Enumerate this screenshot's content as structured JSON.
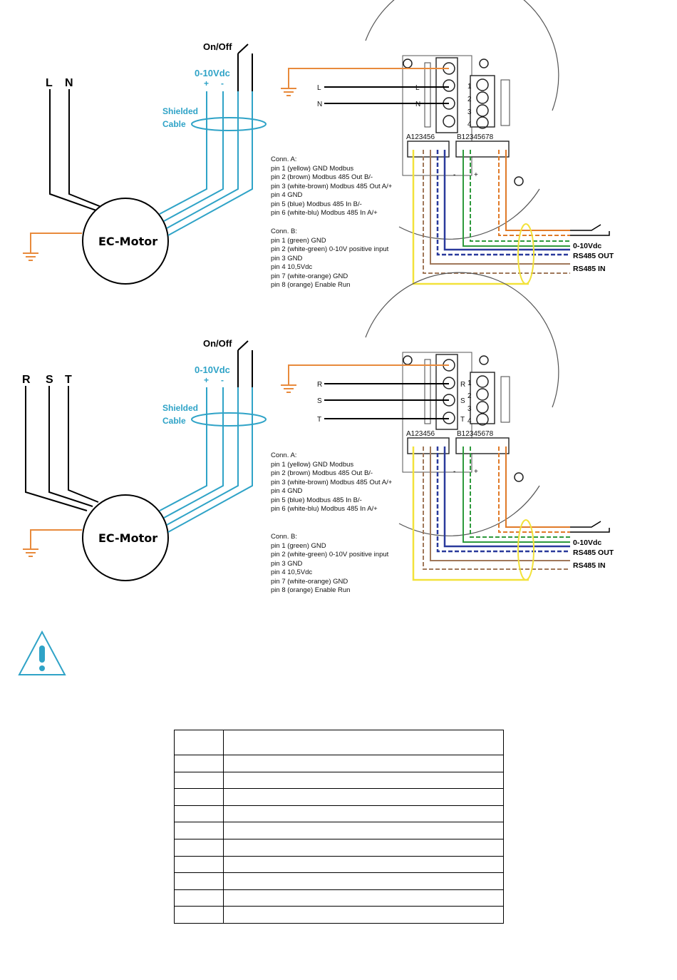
{
  "diagram1": {
    "phase_labels": [
      "L",
      "N"
    ],
    "onoff_label": "On/Off",
    "voltage_label": "0-10Vdc",
    "plus": "+",
    "minus": "-",
    "shielded_line1": "Shielded",
    "shielded_line2": "Cable",
    "motor_label": "EC-Motor",
    "terminal_labels": [
      "L",
      "N"
    ],
    "terminal_labels_right": [
      "L",
      "N"
    ],
    "conn_a_title": "Conn. A:",
    "conn_a_pins": [
      "pin 1 (yellow) GND Modbus",
      "pin 2 (brown) Modbus 485 Out B/-",
      "pin 3 (white-brown) Modbus 485 Out A/+",
      "pin 4 GND",
      "pin 5 (blue) Modbus 485 In B/-",
      "pin 6 (white-blu) Modbus 485 In A/+"
    ],
    "conn_b_title": "Conn. B:",
    "conn_b_pins": [
      "pin 1 (green) GND",
      "pin 2 (white-green) 0-10V positive input",
      "pin 3 GND",
      "pin 4 10,5Vdc",
      "pin 7 (white-orange) GND",
      "pin 8 (orange) Enable Run"
    ],
    "out_labels": [
      "0-10Vdc",
      "RS485 OUT",
      "RS485 IN"
    ]
  },
  "diagram2": {
    "phase_labels": [
      "R",
      "S",
      "T"
    ],
    "onoff_label": "On/Off",
    "voltage_label": "0-10Vdc",
    "plus": "+",
    "minus": "-",
    "shielded_line1": "Shielded",
    "shielded_line2": "Cable",
    "motor_label": "EC-Motor",
    "terminal_labels": [
      "R",
      "S",
      "T"
    ],
    "terminal_labels_right": [
      "R",
      "S",
      "T"
    ],
    "conn_a_title": "Conn. A:",
    "conn_a_pins": [
      "pin 1 (yellow) GND Modbus",
      "pin 2 (brown) Modbus 485 Out B/-",
      "pin 3 (white-brown) Modbus 485 Out A/+",
      "pin 4 GND",
      "pin 5 (blue) Modbus 485 In B/-",
      "pin 6 (white-blu) Modbus 485 In A/+"
    ],
    "conn_b_title": "Conn. B:",
    "conn_b_pins": [
      "pin 1 (green) GND",
      "pin 2 (white-green) 0-10V positive input",
      "pin 3 GND",
      "pin 4 10,5Vdc",
      "pin 7 (white-orange) GND",
      "pin 8 (orange) Enable Run"
    ],
    "out_labels": [
      "0-10Vdc",
      "RS485 OUT",
      "RS485 IN"
    ]
  },
  "connector_a_header": "A123456",
  "connector_b_header": "B12345678",
  "colors": {
    "cable_cyan": "#2fa3c7",
    "ground_orange": "#e88a3c",
    "yellow": "#f2e23a",
    "brown": "#a0785a",
    "blue": "#2a3a9c",
    "green": "#2e9a3c",
    "orange": "#e07a28"
  },
  "icons": {
    "warning": "warning-triangle-icon"
  },
  "table": {
    "rows": 11,
    "cols": 2
  }
}
